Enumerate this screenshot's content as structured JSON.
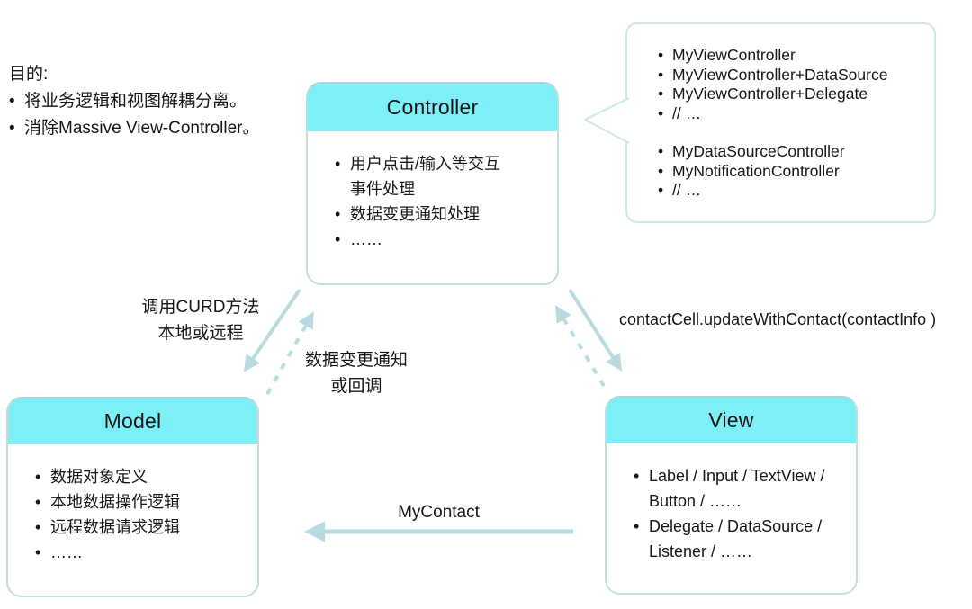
{
  "purpose": {
    "title": "目的:",
    "items": [
      "将业务逻辑和视图解耦分离。",
      "消除Massive View-Controller。"
    ]
  },
  "boxes": {
    "controller": {
      "title": "Controller",
      "items": [
        "用户点击/输入等交互事件处理",
        "数据变更通知处理",
        "……"
      ]
    },
    "model": {
      "title": "Model",
      "items": [
        "数据对象定义",
        "本地数据操作逻辑",
        "远程数据请求逻辑",
        "……"
      ]
    },
    "view": {
      "title": "View",
      "items": [
        "Label / Input / TextView / Button / ……",
        "Delegate / DataSource / Listener / ……"
      ]
    }
  },
  "callout": {
    "group1": [
      "MyViewController",
      "MyViewController+DataSource",
      "MyViewController+Delegate",
      "// …"
    ],
    "group2": [
      "MyDataSourceController",
      "MyNotificationController",
      "// …"
    ]
  },
  "edges": {
    "controller_to_model": {
      "label1": "调用CURD方法",
      "label2": "本地或远程"
    },
    "model_to_controller": {
      "label1": "数据变更通知",
      "label2": "或回调"
    },
    "controller_to_view": {
      "label": "contactCell.updateWithContact(contactInfo )"
    },
    "view_to_model": {
      "label": "MyContact"
    }
  },
  "colors": {
    "header_cyan": "#7ceff7",
    "arrow": "#b9dade",
    "bubble_border": "#cfe7e7"
  }
}
